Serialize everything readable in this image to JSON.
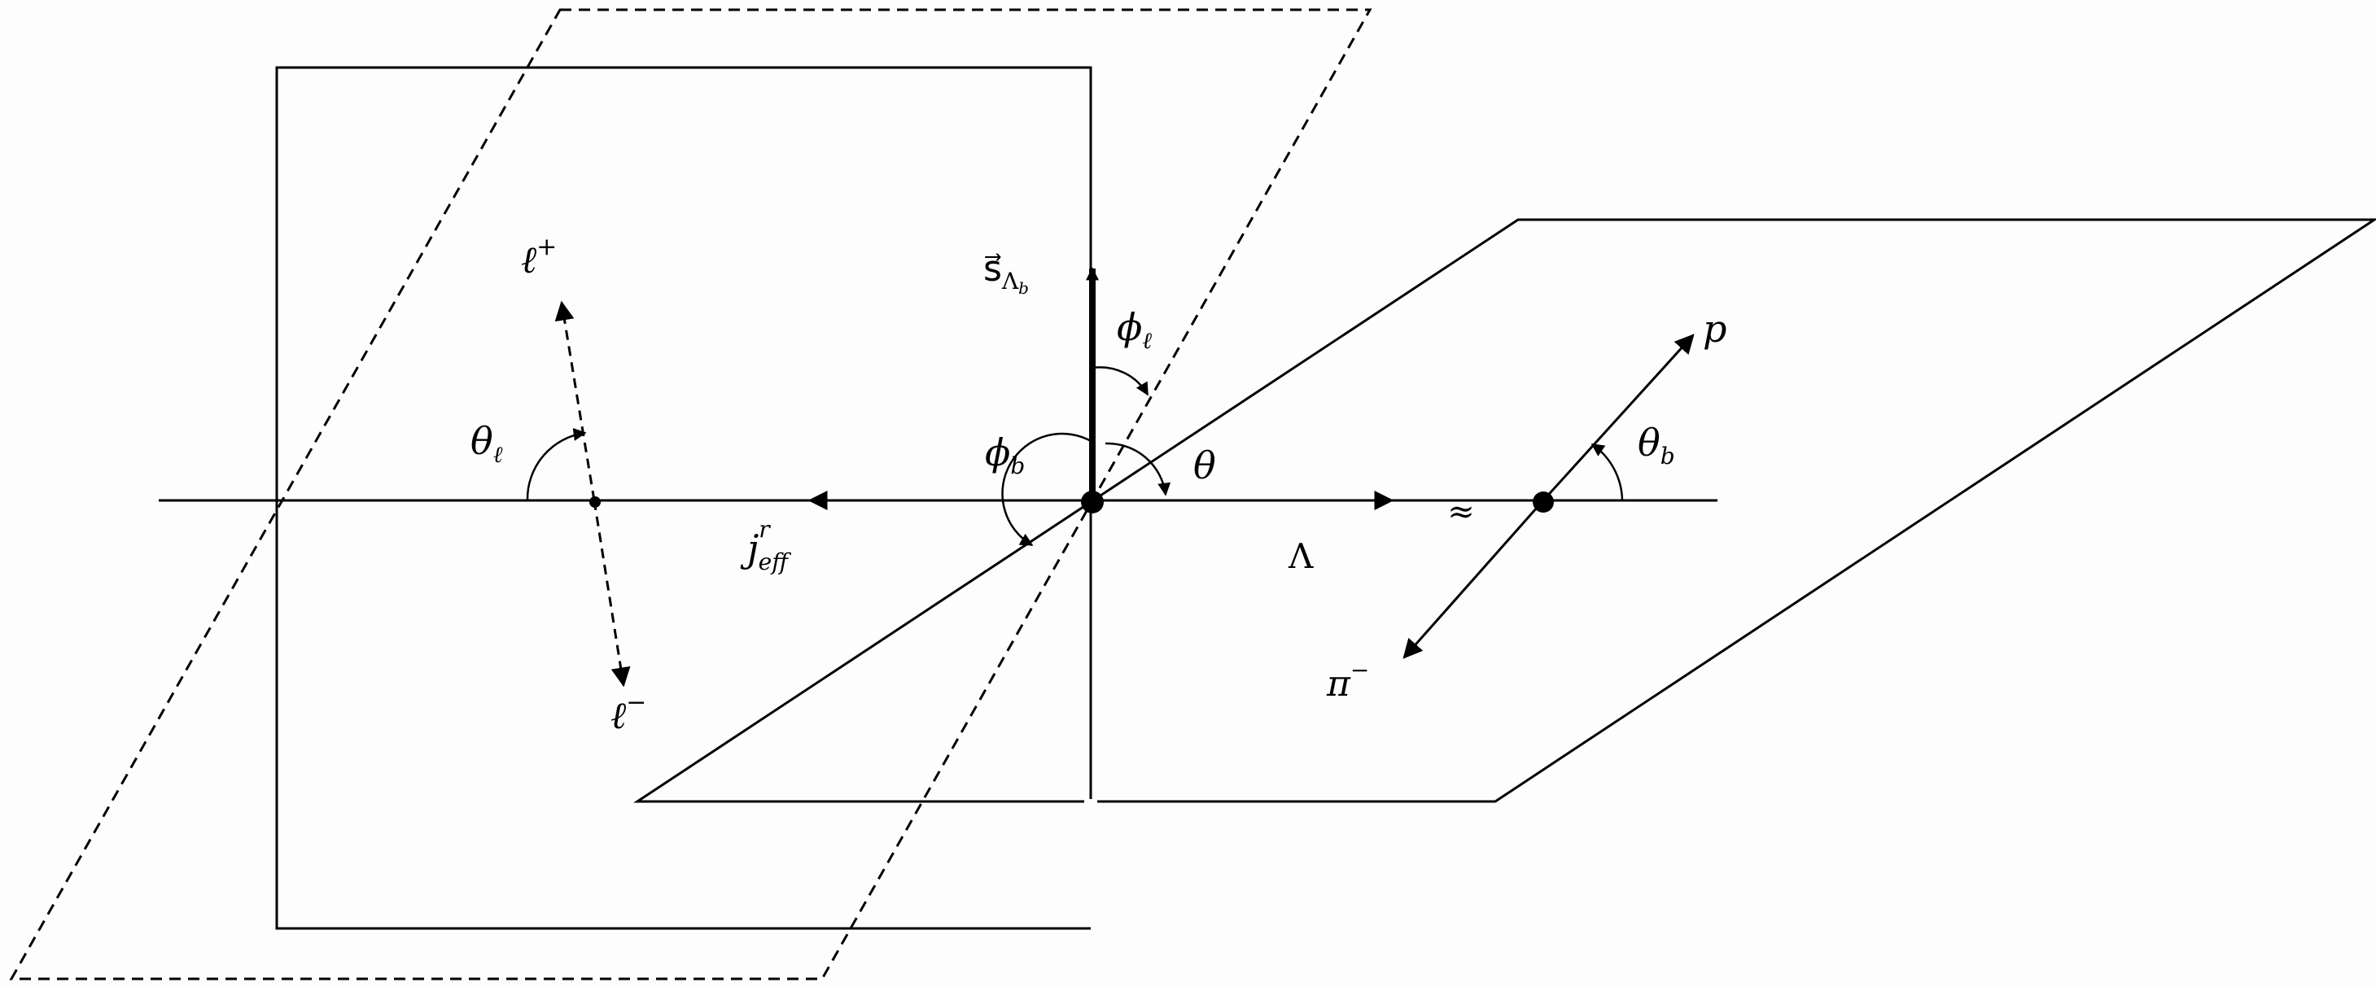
{
  "colors": {
    "ink": "#000000",
    "background": "#fdfdfd"
  },
  "labels": {
    "spin_vec": "s⃗",
    "spin_sub": "Λ",
    "spin_subsub": "b",
    "phi_l": "ϕ",
    "phi_l_sub": "ℓ",
    "phi_b": "ϕ",
    "phi_b_sub": "b",
    "theta": "θ",
    "theta_l": "θ",
    "theta_l_sub": "ℓ",
    "theta_b": "θ",
    "theta_b_sub": "b",
    "j_base": "j",
    "j_sup": "r",
    "j_sub": "eff",
    "lambda": "Λ",
    "proton": "p",
    "pion": "π",
    "pion_sup": "−",
    "lepton_plus": "ℓ",
    "lepton_plus_sup": "+",
    "lepton_minus": "ℓ",
    "lepton_minus_sup": "−",
    "break_mark": "≈"
  }
}
